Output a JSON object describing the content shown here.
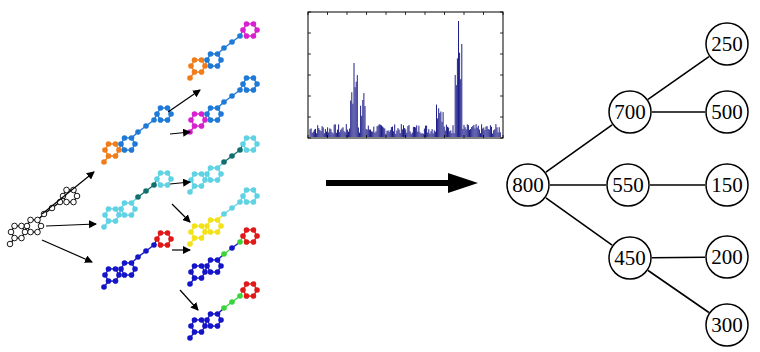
{
  "diagram": {
    "nodes": [
      {
        "text": [
          "800"
        ]
      },
      {
        "text": [
          "700"
        ]
      },
      {
        "text": [
          "550"
        ]
      },
      {
        "text": [
          "450"
        ]
      },
      {
        "text": [
          "250"
        ]
      },
      {
        "text": [
          "500"
        ]
      },
      {
        "text": [
          "150"
        ]
      },
      {
        "text": [
          "200"
        ]
      },
      {
        "text": [
          "300"
        ]
      }
    ],
    "edges": [
      {
        "from": 0,
        "to": 1,
        "arrow": "none"
      },
      {
        "from": 0,
        "to": 2,
        "arrow": "none"
      },
      {
        "from": 0,
        "to": 3,
        "arrow": "none"
      },
      {
        "from": 1,
        "to": 4,
        "arrow": "none"
      },
      {
        "from": 1,
        "to": 5,
        "arrow": "none"
      },
      {
        "from": 2,
        "to": 6,
        "arrow": "none"
      },
      {
        "from": 3,
        "to": 7,
        "arrow": "none"
      },
      {
        "from": 3,
        "to": 8,
        "arrow": "none"
      }
    ]
  }
}
